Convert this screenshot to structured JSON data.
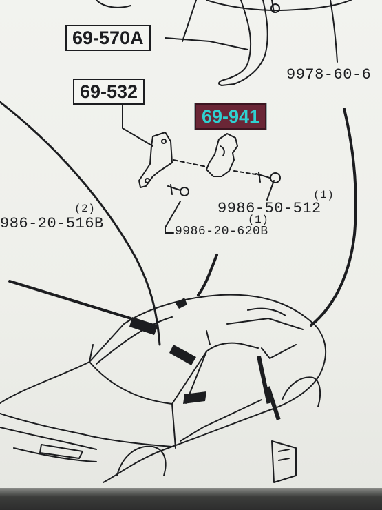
{
  "callouts": {
    "part_570a": "69-570A",
    "part_532": "69-532",
    "part_941": "69-941",
    "part_9978": "9978-60-6",
    "part_9986_516": "986-20-516B",
    "part_9986_516_qty": "(2)",
    "part_9986_512": "9986-50-512",
    "part_9986_512_qty": "(1)",
    "part_9986_620": "9986-20-620B",
    "part_9986_620_qty": "(1)"
  },
  "colors": {
    "highlight_bg": "#6a2636",
    "highlight_text": "#2fd1d1",
    "ink": "#1c1d20"
  }
}
